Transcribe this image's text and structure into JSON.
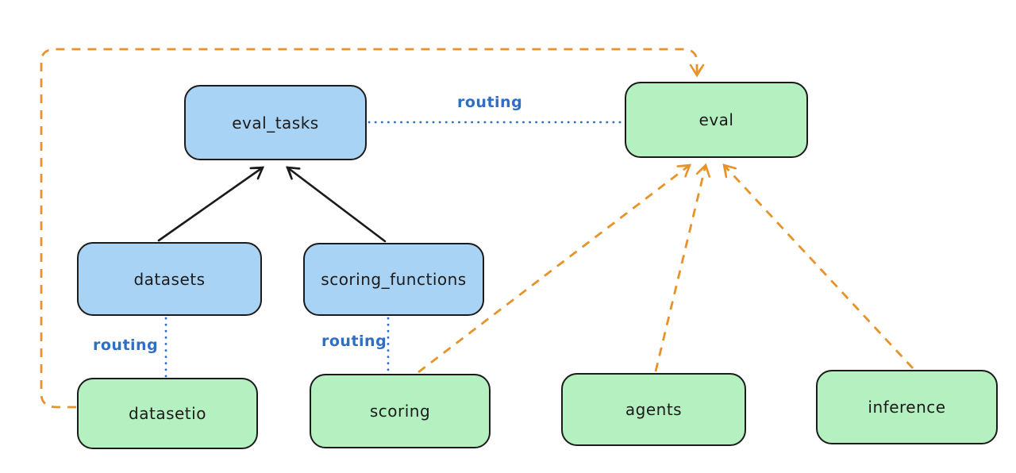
{
  "diagram": {
    "type": "architecture-flow-diagram",
    "background": "#ffffff",
    "colors": {
      "canvas_bg": "#ffffff",
      "node_border": "#1b1b1b",
      "node_blue_fill": "#a8d3f5",
      "node_green_fill": "#b5f0c0",
      "routing_blue": "#2f6fc3",
      "arrow_orange": "#e8922a",
      "arrow_black": "#1b1b1b",
      "label_text": "#1b1b1b"
    },
    "nodes": [
      {
        "id": "eval_tasks",
        "label": "eval_tasks",
        "fill": "blue"
      },
      {
        "id": "eval",
        "label": "eval",
        "fill": "green"
      },
      {
        "id": "datasets",
        "label": "datasets",
        "fill": "blue"
      },
      {
        "id": "scoring_functions",
        "label": "scoring_functions",
        "fill": "blue"
      },
      {
        "id": "datasetio",
        "label": "datasetio",
        "fill": "green"
      },
      {
        "id": "scoring",
        "label": "scoring",
        "fill": "green"
      },
      {
        "id": "agents",
        "label": "agents",
        "fill": "green"
      },
      {
        "id": "inference",
        "label": "inference",
        "fill": "green"
      }
    ],
    "edges": [
      {
        "from": "datasets",
        "to": "eval_tasks",
        "style": "solid-black-arrow"
      },
      {
        "from": "scoring_functions",
        "to": "eval_tasks",
        "style": "solid-black-arrow"
      },
      {
        "from": "eval_tasks",
        "to": "eval",
        "style": "dotted-blue-line",
        "label": "routing"
      },
      {
        "from": "datasets",
        "to": "datasetio",
        "style": "dotted-blue-line",
        "label": "routing"
      },
      {
        "from": "scoring_functions",
        "to": "scoring",
        "style": "dotted-blue-line",
        "label": "routing"
      },
      {
        "from": "datasetio",
        "to": "eval",
        "style": "dashed-orange-arrow"
      },
      {
        "from": "scoring",
        "to": "eval",
        "style": "dashed-orange-arrow"
      },
      {
        "from": "agents",
        "to": "eval",
        "style": "dashed-orange-arrow"
      },
      {
        "from": "inference",
        "to": "eval",
        "style": "dashed-orange-arrow"
      }
    ]
  }
}
